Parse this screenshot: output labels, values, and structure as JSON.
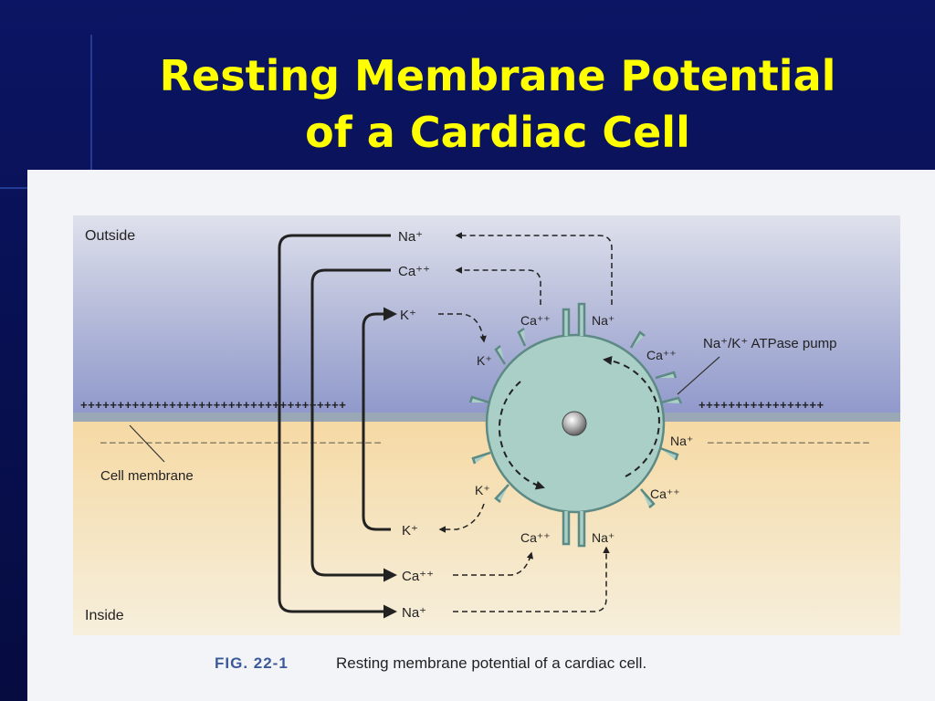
{
  "slide": {
    "title_line1": "Resting Membrane Potential",
    "title_line2": "of a Cardiac Cell"
  },
  "figure": {
    "outside_label": "Outside",
    "inside_label": "Inside",
    "cell_membrane_label": "Cell membrane",
    "pump_label": "Na⁺/K⁺ ATPase pump",
    "plus_charges_left": "++++++++++++++++++++++++++++++++++++",
    "plus_charges_right": "+++++++++++++++++",
    "minus_charges_left": "– – – – – – – – – – – – – – – – – – – – – – – – – – – – – – –",
    "minus_charges_right": "– – – – – – – – – – – – – – – – – –",
    "outside_ions": [
      "Na⁺",
      "Ca⁺⁺",
      "K⁺"
    ],
    "inside_ions": [
      "K⁺",
      "Ca⁺⁺",
      "Na⁺"
    ],
    "cell_ions": [
      "Ca⁺⁺",
      "Na⁺",
      "K⁺",
      "Ca⁺⁺",
      "Na⁺",
      "K⁺",
      "Ca⁺⁺",
      "Na⁺",
      "Ca⁺⁺"
    ],
    "caption_fig": "FIG. 22-1",
    "caption_text": "Resting membrane potential of a cardiac cell."
  }
}
